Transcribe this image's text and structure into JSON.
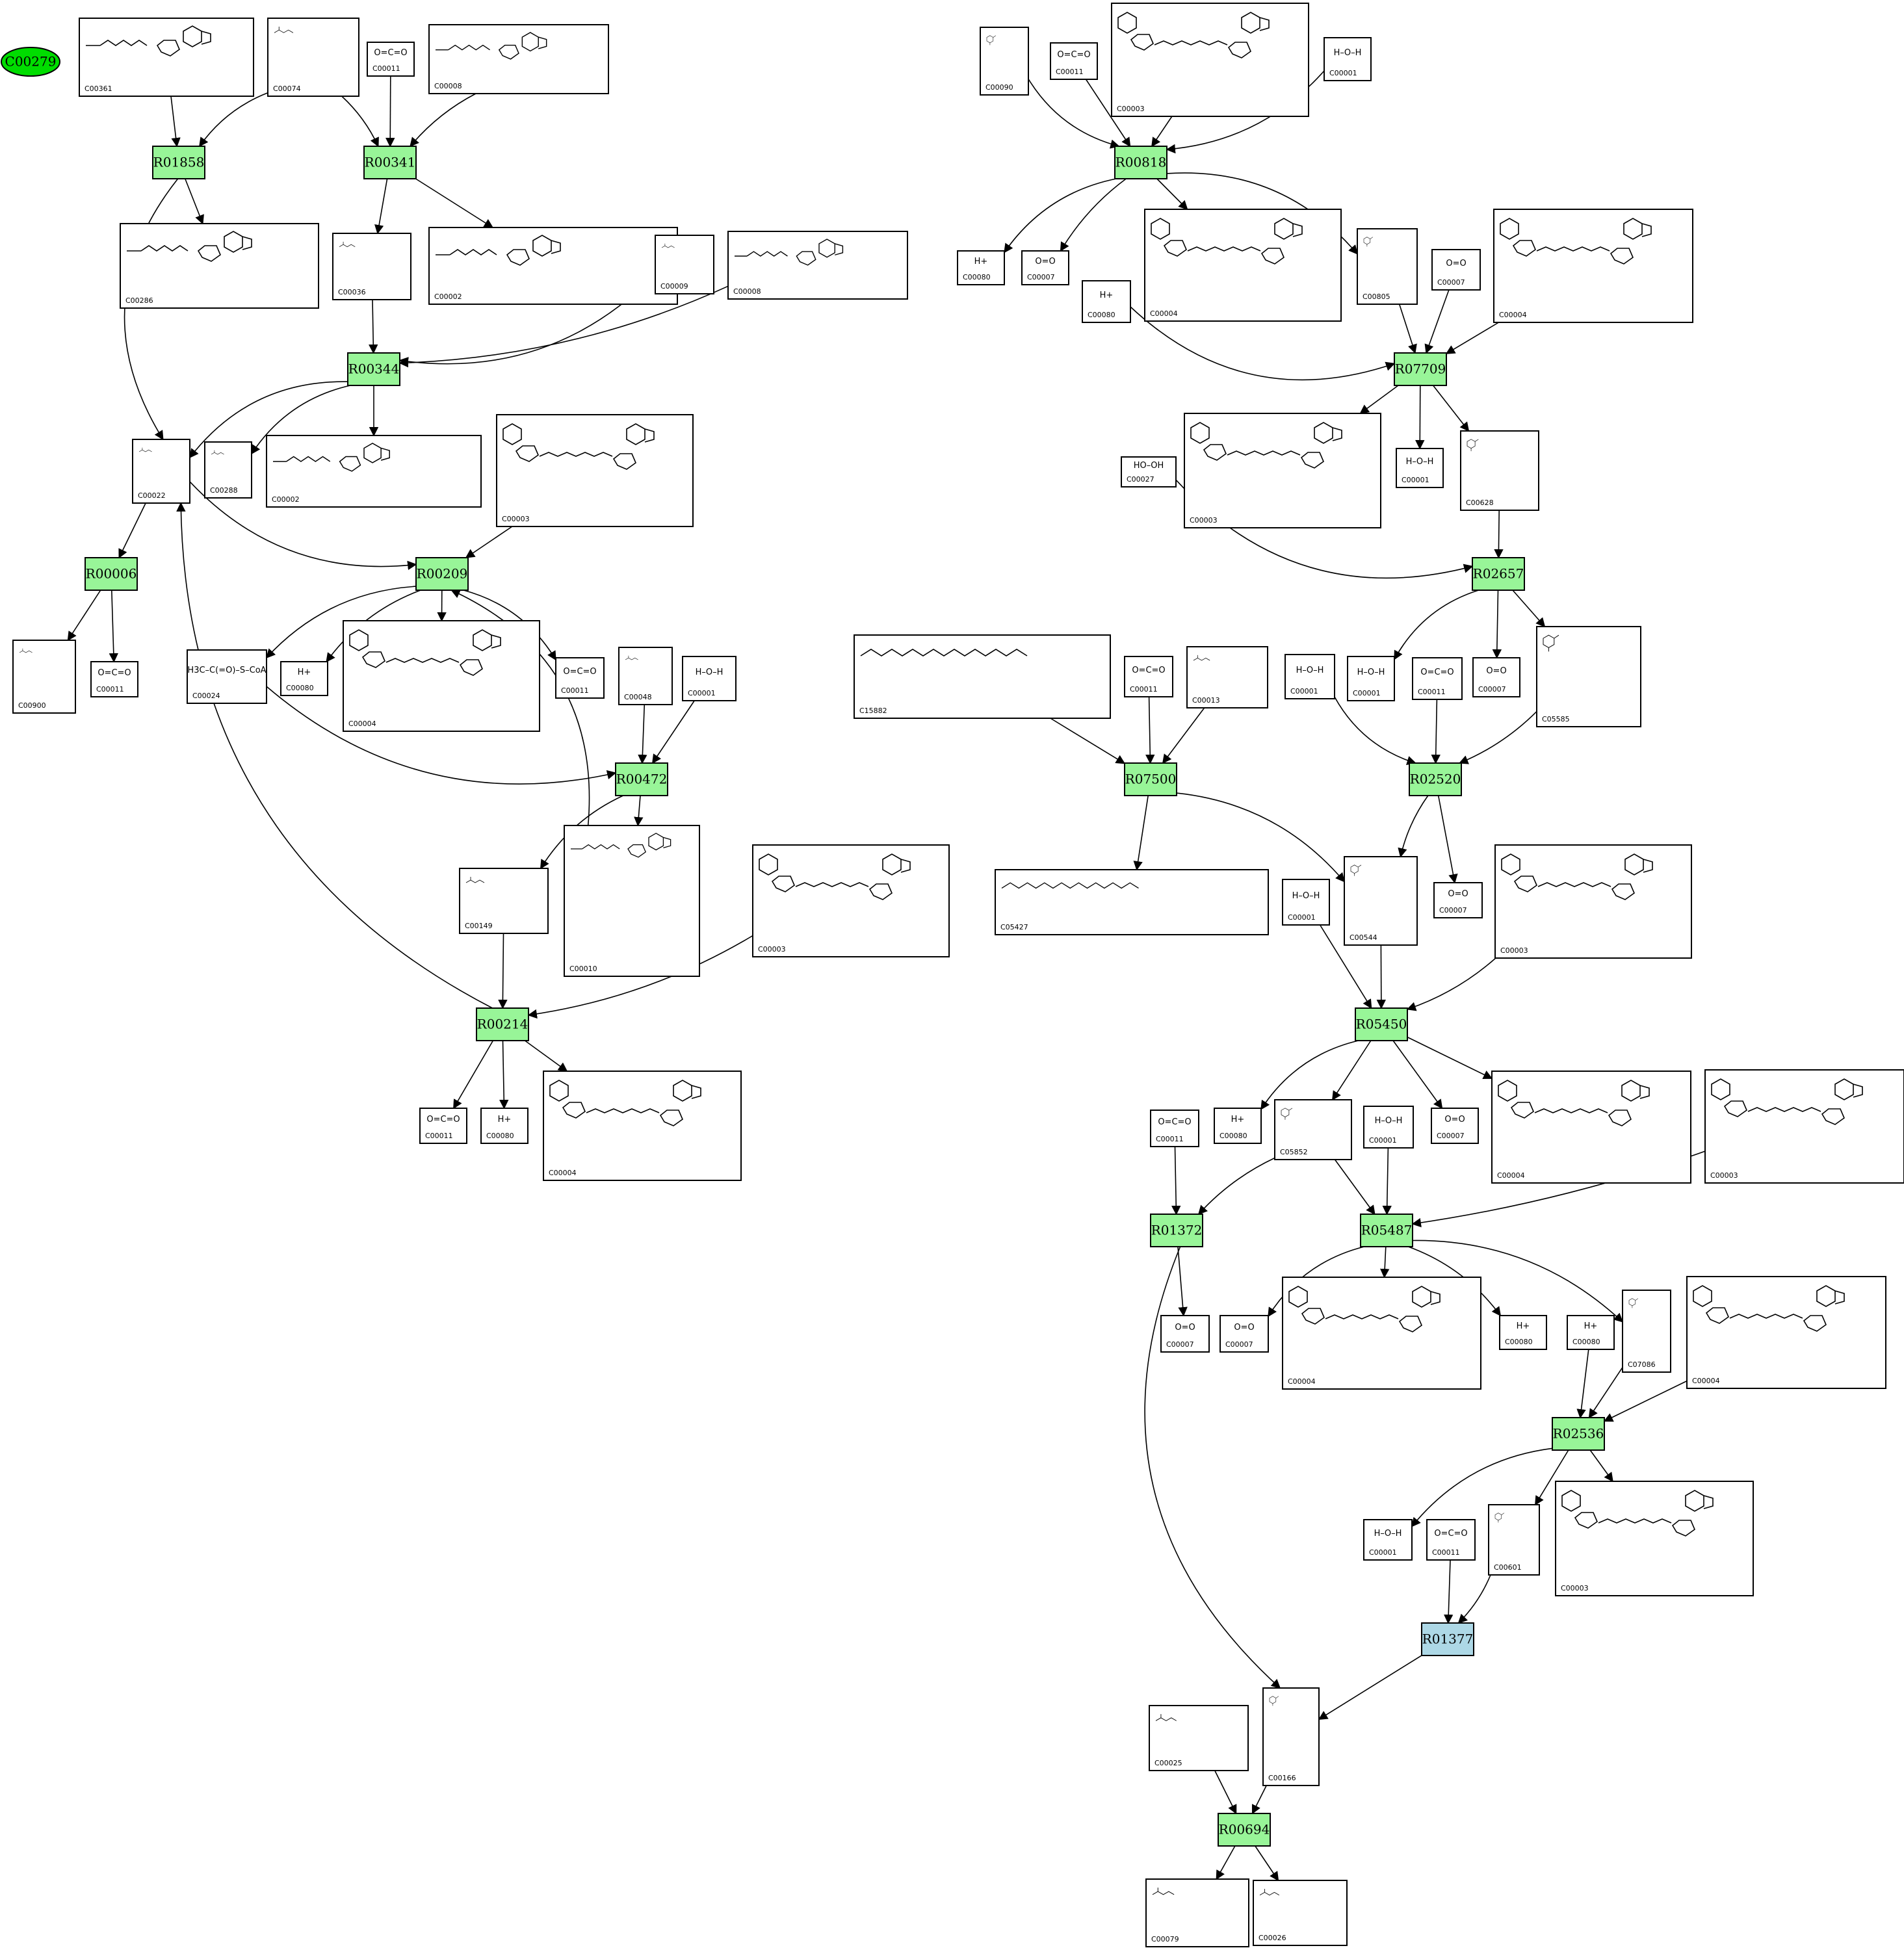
{
  "start_node": {
    "label": "C00279",
    "color": "#00dd00"
  },
  "colors": {
    "reaction": "#98f598",
    "reaction_alt": "#add8e6",
    "background": "#ffffff",
    "stroke": "#000000"
  },
  "reactions": [
    {
      "id": "R01858",
      "label": "R01858",
      "color": "#98f598"
    },
    {
      "id": "R00341",
      "label": "R00341",
      "color": "#98f598"
    },
    {
      "id": "R00344",
      "label": "R00344",
      "color": "#98f598"
    },
    {
      "id": "R00006",
      "label": "R00006",
      "color": "#98f598"
    },
    {
      "id": "R00209",
      "label": "R00209",
      "color": "#98f598"
    },
    {
      "id": "R00472",
      "label": "R00472",
      "color": "#98f598"
    },
    {
      "id": "R00214",
      "label": "R00214",
      "color": "#98f598"
    },
    {
      "id": "R00818",
      "label": "R00818",
      "color": "#98f598"
    },
    {
      "id": "R07709",
      "label": "R07709",
      "color": "#98f598"
    },
    {
      "id": "R02657",
      "label": "R02657",
      "color": "#98f598"
    },
    {
      "id": "R07500",
      "label": "R07500",
      "color": "#98f598"
    },
    {
      "id": "R02520",
      "label": "R02520",
      "color": "#98f598"
    },
    {
      "id": "R05450",
      "label": "R05450",
      "color": "#98f598"
    },
    {
      "id": "R01372",
      "label": "R01372",
      "color": "#98f598"
    },
    {
      "id": "R05487",
      "label": "R05487",
      "color": "#98f598"
    },
    {
      "id": "R02536",
      "label": "R02536",
      "color": "#98f598"
    },
    {
      "id": "R01377",
      "label": "R01377",
      "color": "#add8e6"
    },
    {
      "id": "R00694",
      "label": "R00694",
      "color": "#98f598"
    }
  ],
  "compounds": [
    {
      "key": "a1",
      "label": "C00361",
      "glyph": ""
    },
    {
      "key": "a2",
      "label": "C00074",
      "glyph": ""
    },
    {
      "key": "a3",
      "label": "C00011",
      "glyph": "O=C=O"
    },
    {
      "key": "a4",
      "label": "C00008",
      "glyph": ""
    },
    {
      "key": "a5",
      "label": "C00286",
      "glyph": ""
    },
    {
      "key": "a6",
      "label": "C00036",
      "glyph": ""
    },
    {
      "key": "a7",
      "label": "C00002",
      "glyph": ""
    },
    {
      "key": "a8",
      "label": "C00009",
      "glyph": ""
    },
    {
      "key": "a9",
      "label": "C00008",
      "glyph": ""
    },
    {
      "key": "a10",
      "label": "C00022",
      "glyph": ""
    },
    {
      "key": "a11",
      "label": "C00288",
      "glyph": ""
    },
    {
      "key": "a12",
      "label": "C00002",
      "glyph": ""
    },
    {
      "key": "a13",
      "label": "C00003",
      "glyph": ""
    },
    {
      "key": "a14",
      "label": "C00900",
      "glyph": ""
    },
    {
      "key": "a15",
      "label": "C00011",
      "glyph": "O=C=O"
    },
    {
      "key": "a16",
      "label": "C00024",
      "glyph": "H3C–C(=O)–S–CoA"
    },
    {
      "key": "a17",
      "label": "C00080",
      "glyph": "H+"
    },
    {
      "key": "a18",
      "label": "C00004",
      "glyph": ""
    },
    {
      "key": "a19",
      "label": "C00011",
      "glyph": "O=C=O"
    },
    {
      "key": "a20",
      "label": "C00048",
      "glyph": ""
    },
    {
      "key": "a21",
      "label": "C00001",
      "glyph": "H–O–H"
    },
    {
      "key": "a22",
      "label": "C00149",
      "glyph": ""
    },
    {
      "key": "a23",
      "label": "C00010",
      "glyph": ""
    },
    {
      "key": "a24",
      "label": "C00003",
      "glyph": ""
    },
    {
      "key": "a25",
      "label": "C00011",
      "glyph": "O=C=O"
    },
    {
      "key": "a26",
      "label": "C00080",
      "glyph": "H+"
    },
    {
      "key": "a27",
      "label": "C00004",
      "glyph": ""
    },
    {
      "key": "b1",
      "label": "C00090",
      "glyph": ""
    },
    {
      "key": "b2",
      "label": "C00011",
      "glyph": "O=C=O"
    },
    {
      "key": "b3",
      "label": "C00003",
      "glyph": ""
    },
    {
      "key": "b4",
      "label": "C00001",
      "glyph": "H–O–H"
    },
    {
      "key": "b5",
      "label": "C00080",
      "glyph": "H+"
    },
    {
      "key": "b6",
      "label": "C00007",
      "glyph": "O=O"
    },
    {
      "key": "b7",
      "label": "C00080",
      "glyph": "H+"
    },
    {
      "key": "b8",
      "label": "C00004",
      "glyph": ""
    },
    {
      "key": "b9",
      "label": "C00805",
      "glyph": ""
    },
    {
      "key": "b10",
      "label": "C00007",
      "glyph": "O=O"
    },
    {
      "key": "b11",
      "label": "C00004",
      "glyph": ""
    },
    {
      "key": "b12",
      "label": "C00027",
      "glyph": "HO–OH"
    },
    {
      "key": "b13",
      "label": "C00003",
      "glyph": ""
    },
    {
      "key": "b14",
      "label": "C00001",
      "glyph": "H–O–H"
    },
    {
      "key": "b15",
      "label": "C00628",
      "glyph": ""
    },
    {
      "key": "b16",
      "label": "C15882",
      "glyph": ""
    },
    {
      "key": "b17",
      "label": "C00011",
      "glyph": "O=C=O"
    },
    {
      "key": "b18",
      "label": "C00013",
      "glyph": ""
    },
    {
      "key": "b19",
      "label": "C00001",
      "glyph": "H–O–H"
    },
    {
      "key": "b20",
      "label": "C00001",
      "glyph": "H–O–H"
    },
    {
      "key": "b21",
      "label": "C00011",
      "glyph": "O=C=O"
    },
    {
      "key": "b22",
      "label": "C00007",
      "glyph": "O=O"
    },
    {
      "key": "b23",
      "label": "C05585",
      "glyph": ""
    },
    {
      "key": "b24",
      "label": "C05427",
      "glyph": ""
    },
    {
      "key": "b25",
      "label": "C00001",
      "glyph": "H–O–H"
    },
    {
      "key": "b26",
      "label": "C00544",
      "glyph": ""
    },
    {
      "key": "b27",
      "label": "C00007",
      "glyph": "O=O"
    },
    {
      "key": "b28",
      "label": "C00003",
      "glyph": ""
    },
    {
      "key": "c1",
      "label": "C00011",
      "glyph": "O=C=O"
    },
    {
      "key": "c2",
      "label": "C00080",
      "glyph": "H+"
    },
    {
      "key": "c3",
      "label": "C05852",
      "glyph": ""
    },
    {
      "key": "c4",
      "label": "C00001",
      "glyph": "H–O–H"
    },
    {
      "key": "c5",
      "label": "C00007",
      "glyph": "O=O"
    },
    {
      "key": "c6",
      "label": "C00004",
      "glyph": ""
    },
    {
      "key": "c7",
      "label": "C00003",
      "glyph": ""
    },
    {
      "key": "c8",
      "label": "C00007",
      "glyph": "O=O"
    },
    {
      "key": "c9",
      "label": "C00007",
      "glyph": "O=O"
    },
    {
      "key": "c10",
      "label": "C00004",
      "glyph": ""
    },
    {
      "key": "c11",
      "label": "C00080",
      "glyph": "H+"
    },
    {
      "key": "c12",
      "label": "C00080",
      "glyph": "H+"
    },
    {
      "key": "c13",
      "label": "C07086",
      "glyph": ""
    },
    {
      "key": "c14",
      "label": "C00004",
      "glyph": ""
    },
    {
      "key": "c15",
      "label": "C00001",
      "glyph": "H–O–H"
    },
    {
      "key": "c16",
      "label": "C00011",
      "glyph": "O=C=O"
    },
    {
      "key": "c17",
      "label": "C00601",
      "glyph": ""
    },
    {
      "key": "c18",
      "label": "C00003",
      "glyph": ""
    },
    {
      "key": "c19",
      "label": "C00025",
      "glyph": ""
    },
    {
      "key": "c20",
      "label": "C00166",
      "glyph": ""
    },
    {
      "key": "c21",
      "label": "C00079",
      "glyph": ""
    },
    {
      "key": "c22",
      "label": "C00026",
      "glyph": ""
    }
  ]
}
